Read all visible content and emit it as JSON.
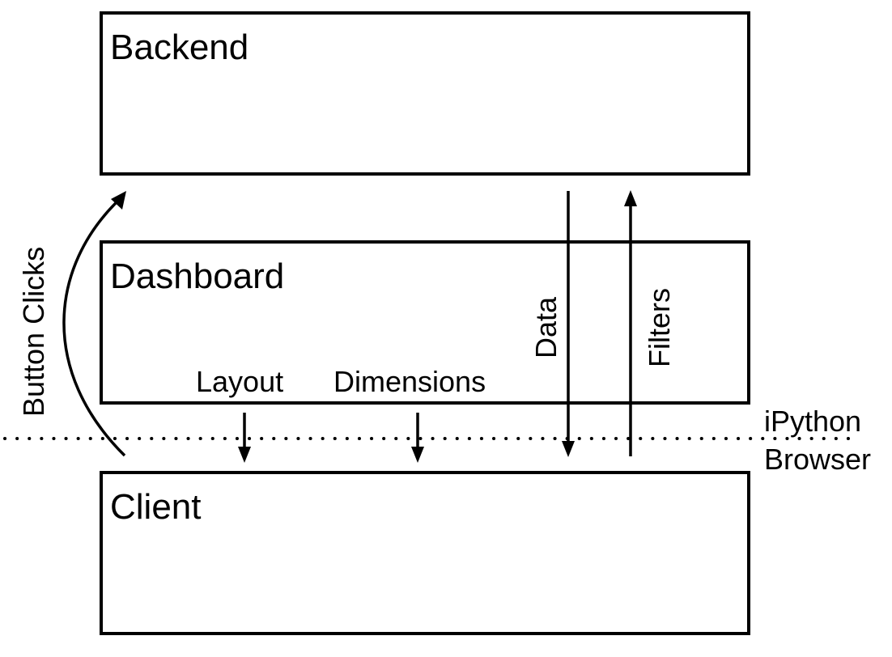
{
  "boxes": {
    "backend": "Backend",
    "dashboard": "Dashboard",
    "client": "Client"
  },
  "flows": {
    "button_clicks": "Button Clicks",
    "layout": "Layout",
    "dimensions": "Dimensions",
    "data": "Data",
    "filters": "Filters"
  },
  "boundary": {
    "upper": "iPython",
    "lower": "Browser"
  },
  "colors": {
    "stroke": "#000000",
    "background": "#ffffff"
  }
}
